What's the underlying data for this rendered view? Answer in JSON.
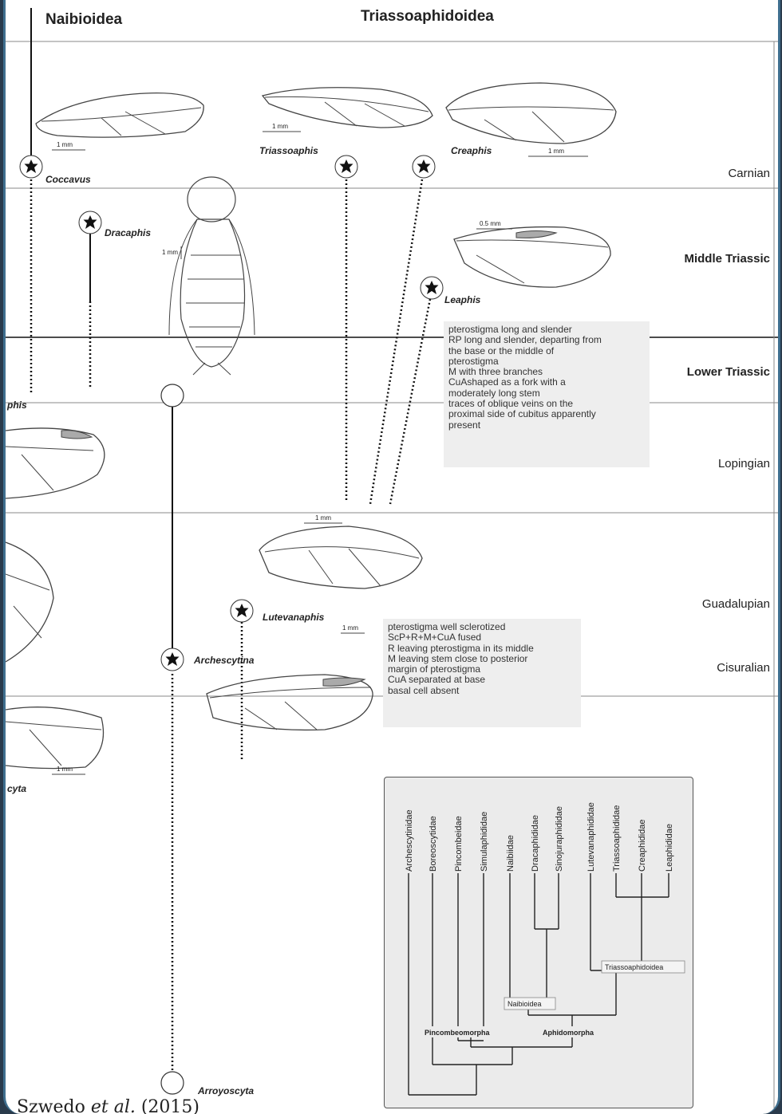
{
  "header": {
    "left_clade": "Naibioidea",
    "right_clade": "Triassoaphidoidea"
  },
  "periods": [
    {
      "label": "Carnian",
      "bold": false
    },
    {
      "label": "Middle Triassic",
      "bold": true
    },
    {
      "label": "Lower Triassic",
      "bold": true
    },
    {
      "label": "Lopingian",
      "bold": false
    },
    {
      "label": "Guadalupian",
      "bold": false
    },
    {
      "label": "Cisuralian",
      "bold": false
    }
  ],
  "taxa": {
    "coccavus": "Coccavus",
    "dracaphis": "Dracaphis",
    "triassoaphis": "Triassoaphis",
    "creaphis": "Creaphis",
    "leaphis": "Leaphis",
    "lutevanaphis": "Lutevanaphis",
    "archescytina": "Archescytina",
    "arroyoscyta": "Arroyoscyta",
    "partial_his": "phis",
    "partial_cyta": "cyta"
  },
  "scale_labels": {
    "one_mm": "1 mm",
    "half_mm": "0.5 mm"
  },
  "annotations": {
    "upper": "pterostigma long and slender\nRP long and slender, departing from\nthe base or the middle of\npterostigma\nM with three branches\nCuAshaped as a fork with a\nmoderately long stem\ntraces of oblique veins on the\nproximal side of cubitus apparently\npresent",
    "lower": "pterostigma well sclerotized\nScP+R+M+CuA fused\nR leaving pterostigma in its middle\nM leaving stem close to posterior\nmargin of pterostigma\nCuA separated at base\nbasal cell absent"
  },
  "cladogram": {
    "families": [
      "Archescytinidae",
      "Boreoscytidae",
      "Pincombeidae",
      "Simulaphididae",
      "Naibiidae",
      "Dracaphididae",
      "Sinojuraphididae",
      "Lutevanaphididae",
      "Triassoaphididae",
      "Creaphididae",
      "Leaphididae"
    ],
    "group_labels": {
      "triassoaphidoidea": "Triassoaphidoidea",
      "naibioidea": "Naibioidea",
      "pincombeomorpha": "Pincombeomorpha",
      "aphidomorpha": "Aphidomorpha"
    }
  },
  "caption": {
    "author": "Szwedo",
    "etal": "et al.",
    "year": "(2015)"
  }
}
